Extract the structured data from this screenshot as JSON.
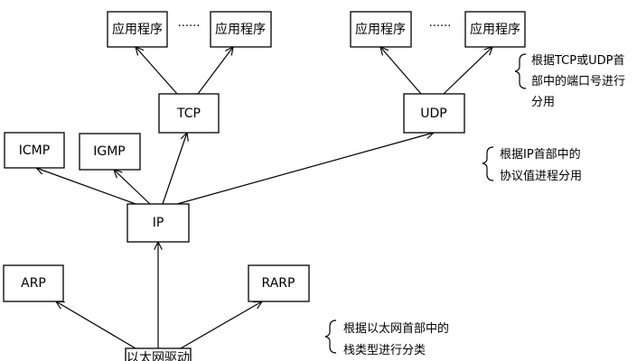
{
  "nodes": {
    "app1": "应用程序",
    "app2": "应用程序",
    "app3": "应用程序",
    "app4": "应用程序",
    "tcp": "TCP",
    "udp": "UDP",
    "icmp": "ICMP",
    "igmp": "IGMP",
    "ip": "IP",
    "arp": "ARP",
    "rarp": "RARP",
    "eth": "以太网驱动"
  },
  "ellipsis": "······",
  "annotations": {
    "port_line1": "根据TCP或UDP首",
    "port_line2": "部中的端口号进行",
    "port_line3": "分用",
    "proto_line1": "根据IP首部中的",
    "proto_line2": "协议值进程分用",
    "eth_line1": "根据以太网首部中的",
    "eth_line2": "栈类型进行分类"
  }
}
